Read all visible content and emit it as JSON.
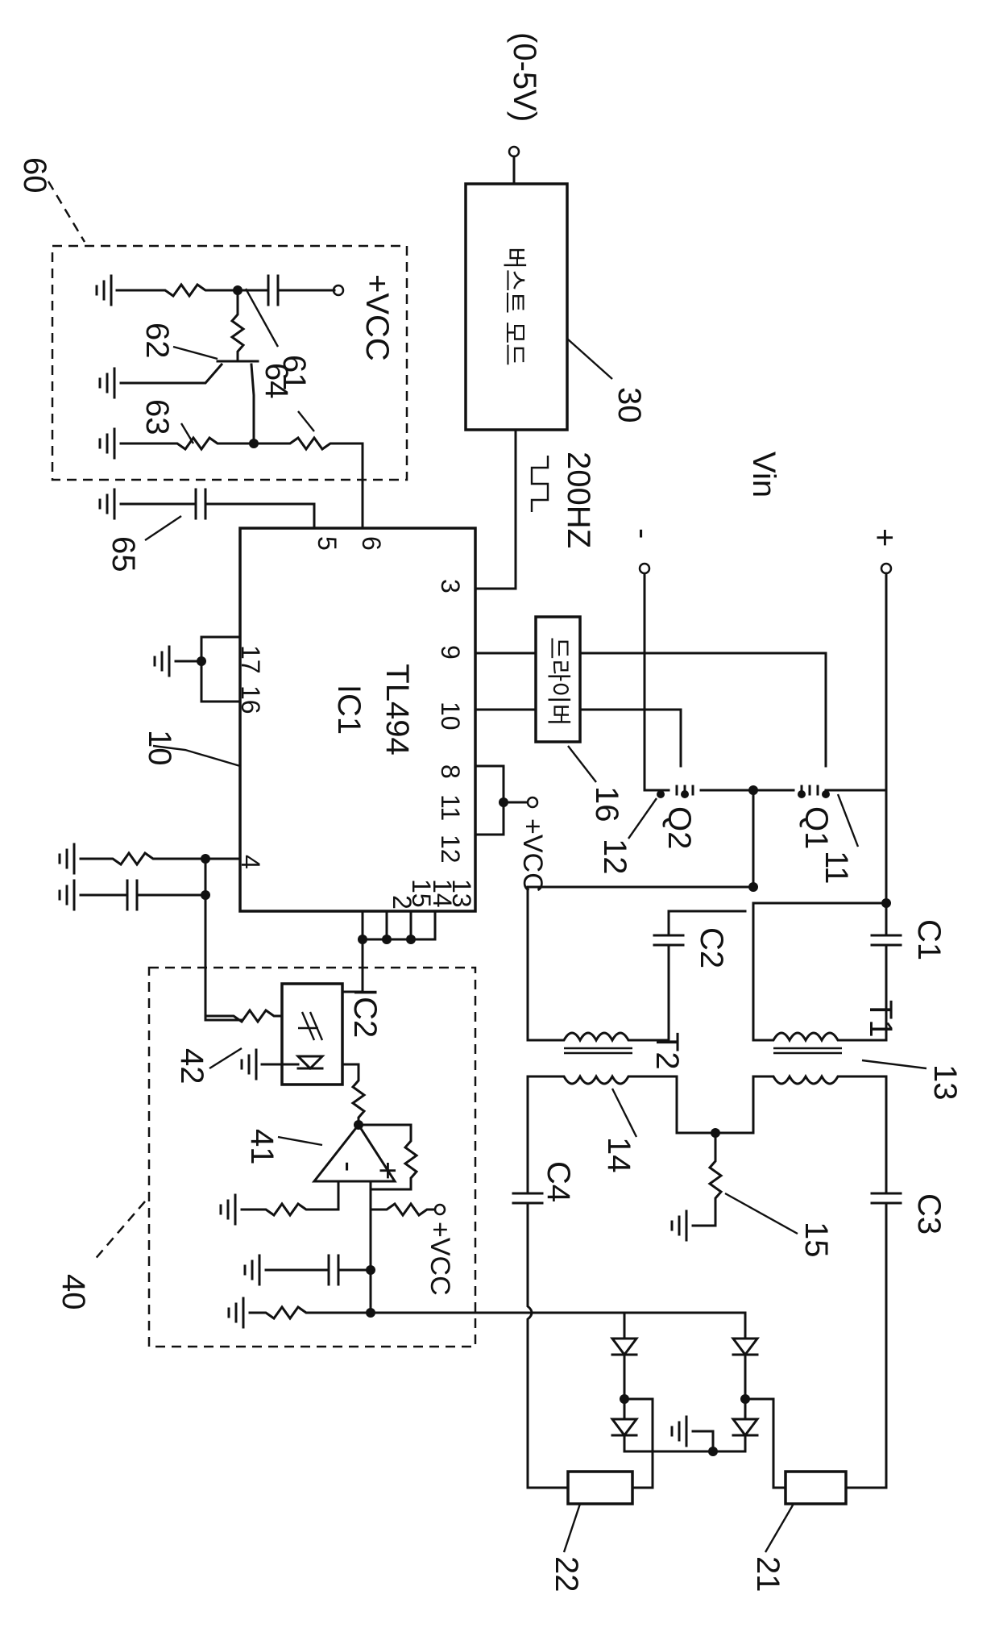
{
  "labels": {
    "in_voltage": "(0-5V)",
    "ref_30": "30",
    "block_30_text": "버스트 모드",
    "freq": "200HZ",
    "vin": "Vin",
    "minus": "-",
    "plus": "+",
    "ref_60": "60",
    "vcc": "+VCC",
    "ref_61": "61",
    "ref_62": "62",
    "ref_63": "63",
    "ref_64": "64",
    "ref_65": "65",
    "ic1_part": "TL494",
    "ic1_name": "IC1",
    "ref_10": "10",
    "driver_text": "드라이버",
    "ref_16": "16",
    "q1": "Q1",
    "q2": "Q2",
    "ref_11": "11",
    "ref_12": "12",
    "c1": "C1",
    "c2": "C2",
    "c3": "C3",
    "c4": "C4",
    "t1": "T1",
    "t2": "T2",
    "ref_13": "13",
    "ref_14": "14",
    "ref_15": "15",
    "ic2": "IC2",
    "ref_40": "40",
    "ref_41": "41",
    "ref_42": "42",
    "ref_21": "21",
    "ref_22": "22",
    "op_minus": "-",
    "op_plus": "+"
  },
  "ic1_pins": {
    "p3": "3",
    "p5": "5",
    "p6": "6",
    "p9": "9",
    "p10": "10",
    "p8": "8",
    "p11": "11",
    "p12": "12",
    "p17": "17",
    "p16": "16",
    "p4": "4",
    "p2": "2",
    "p15": "15",
    "p14": "14",
    "p13": "13"
  }
}
